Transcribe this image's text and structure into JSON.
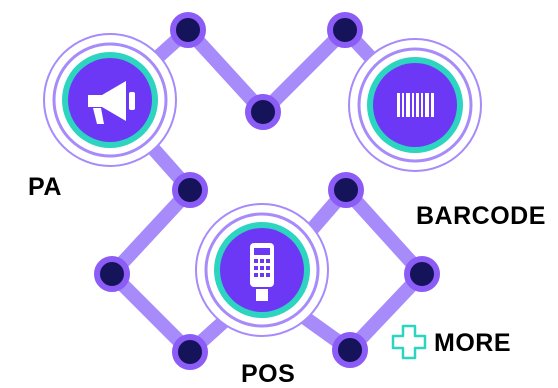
{
  "labels": {
    "pa": "PA",
    "barcode": "BARCODE",
    "pos": "POS",
    "more": "MORE"
  },
  "icons": {
    "pa": "megaphone-icon",
    "barcode": "barcode-icon",
    "pos": "card-terminal-icon",
    "more": "plus-outline-icon"
  },
  "colors": {
    "line": "#a78bfa",
    "ring": "#2dd4bf",
    "hub_fill": "#6d38f5",
    "node_fill": "#15135a",
    "node_border": "#8b5cf6",
    "label": "#000000",
    "plus": "#2dd4bf"
  }
}
